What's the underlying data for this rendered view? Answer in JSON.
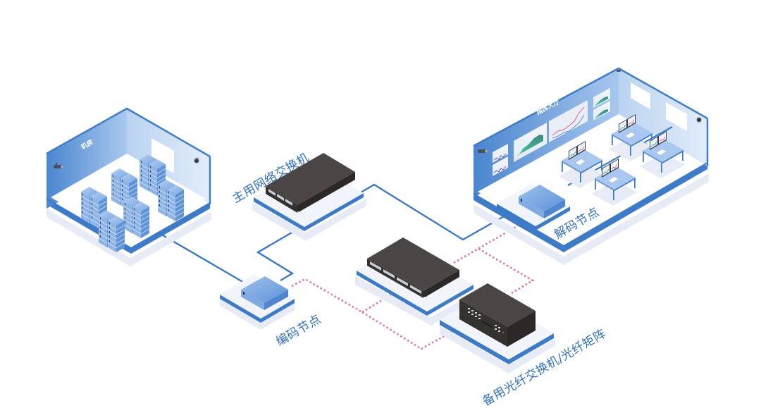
{
  "diagram": {
    "type": "network-topology",
    "colors": {
      "primary_link": "#3a78c9",
      "backup_link": "#e072b4",
      "label_text": "#2f6fc2",
      "wall_dark": "#4b86cf",
      "wall_light": "#cfe0f5",
      "floor": "#ffffff",
      "floor_edge": "#3d7bc9",
      "platform": "#f1f5fb",
      "shadow": "#e6ebf6",
      "device_dark": "#3d3a39",
      "device_blue": "#5c92d6"
    },
    "rooms": {
      "server_room": {
        "label": "机房"
      },
      "command_hall": {
        "label": "指挥大厅"
      }
    },
    "nodes": {
      "main_switch": {
        "label": "主用网络交换机",
        "icon": "network-switch-icon"
      },
      "backup_switch": {
        "label": "",
        "icon": "network-switch-icon"
      },
      "fiber_matrix": {
        "label": "备用光纤交换机/光纤矩阵",
        "icon": "fiber-matrix-chassis-icon"
      },
      "encoder_node": {
        "label": "编码节点",
        "icon": "encoder-box-icon"
      },
      "decoder_node": {
        "label": "解码节点",
        "icon": "decoder-box-icon"
      }
    },
    "links": [
      {
        "from": "server_room",
        "to": "encoder_node",
        "style": "solid",
        "kind": "primary"
      },
      {
        "from": "encoder_node",
        "to": "main_switch",
        "style": "solid",
        "kind": "primary"
      },
      {
        "from": "main_switch",
        "to": "decoder_node",
        "style": "solid",
        "kind": "primary"
      },
      {
        "from": "encoder_node",
        "to": "backup_switch",
        "style": "dotted",
        "kind": "backup"
      },
      {
        "from": "encoder_node",
        "to": "fiber_matrix",
        "style": "dotted",
        "kind": "backup"
      },
      {
        "from": "backup_switch",
        "to": "decoder_node",
        "style": "dotted",
        "kind": "backup"
      },
      {
        "from": "fiber_matrix",
        "to": "decoder_node",
        "style": "dotted",
        "kind": "backup"
      }
    ]
  }
}
